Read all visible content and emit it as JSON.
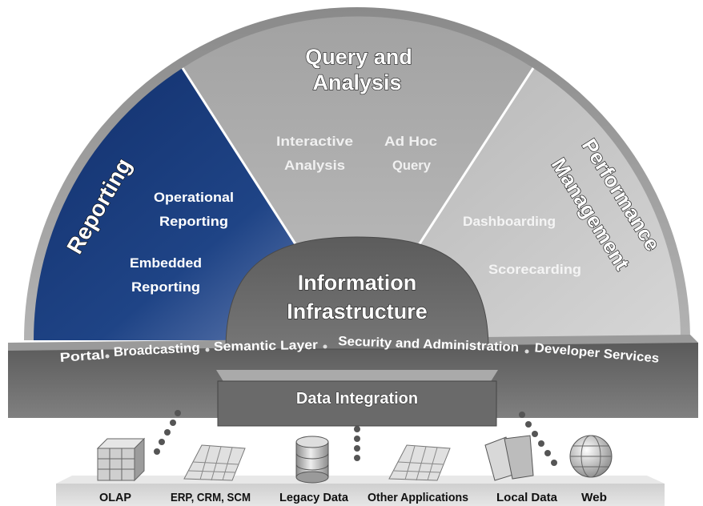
{
  "segments": {
    "reporting": {
      "title": "Reporting",
      "items": [
        "Operational",
        "Reporting",
        "Embedded",
        "Reporting"
      ]
    },
    "query": {
      "title_line1": "Query and",
      "title_line2": "Analysis",
      "items": [
        "Interactive",
        "Analysis",
        "Ad Hoc",
        "Query"
      ]
    },
    "performance": {
      "title_line1": "Performance",
      "title_line2": "Management",
      "items": [
        "Dashboarding",
        "Scorecarding"
      ]
    }
  },
  "core": {
    "line1": "Information",
    "line2": "Infrastructure"
  },
  "services": [
    "Portal",
    "Broadcasting",
    "Semantic Layer",
    "Security and Administration",
    "Developer Services"
  ],
  "integration": {
    "label": "Data Integration"
  },
  "sources": [
    "OLAP",
    "ERP, CRM, SCM",
    "Legacy Data",
    "Other Applications",
    "Local Data",
    "Web"
  ],
  "icons": [
    "olap-cube-icon",
    "spreadsheet-icon",
    "database-cylinder-icon",
    "spreadsheet-icon",
    "documents-icon",
    "globe-icon"
  ],
  "colors": {
    "reporting": "#1d3a78",
    "query": "#a9a9a9",
    "performance": "#c4c4c4",
    "core": "#6e6e6e",
    "base": "#d9d9d9"
  }
}
